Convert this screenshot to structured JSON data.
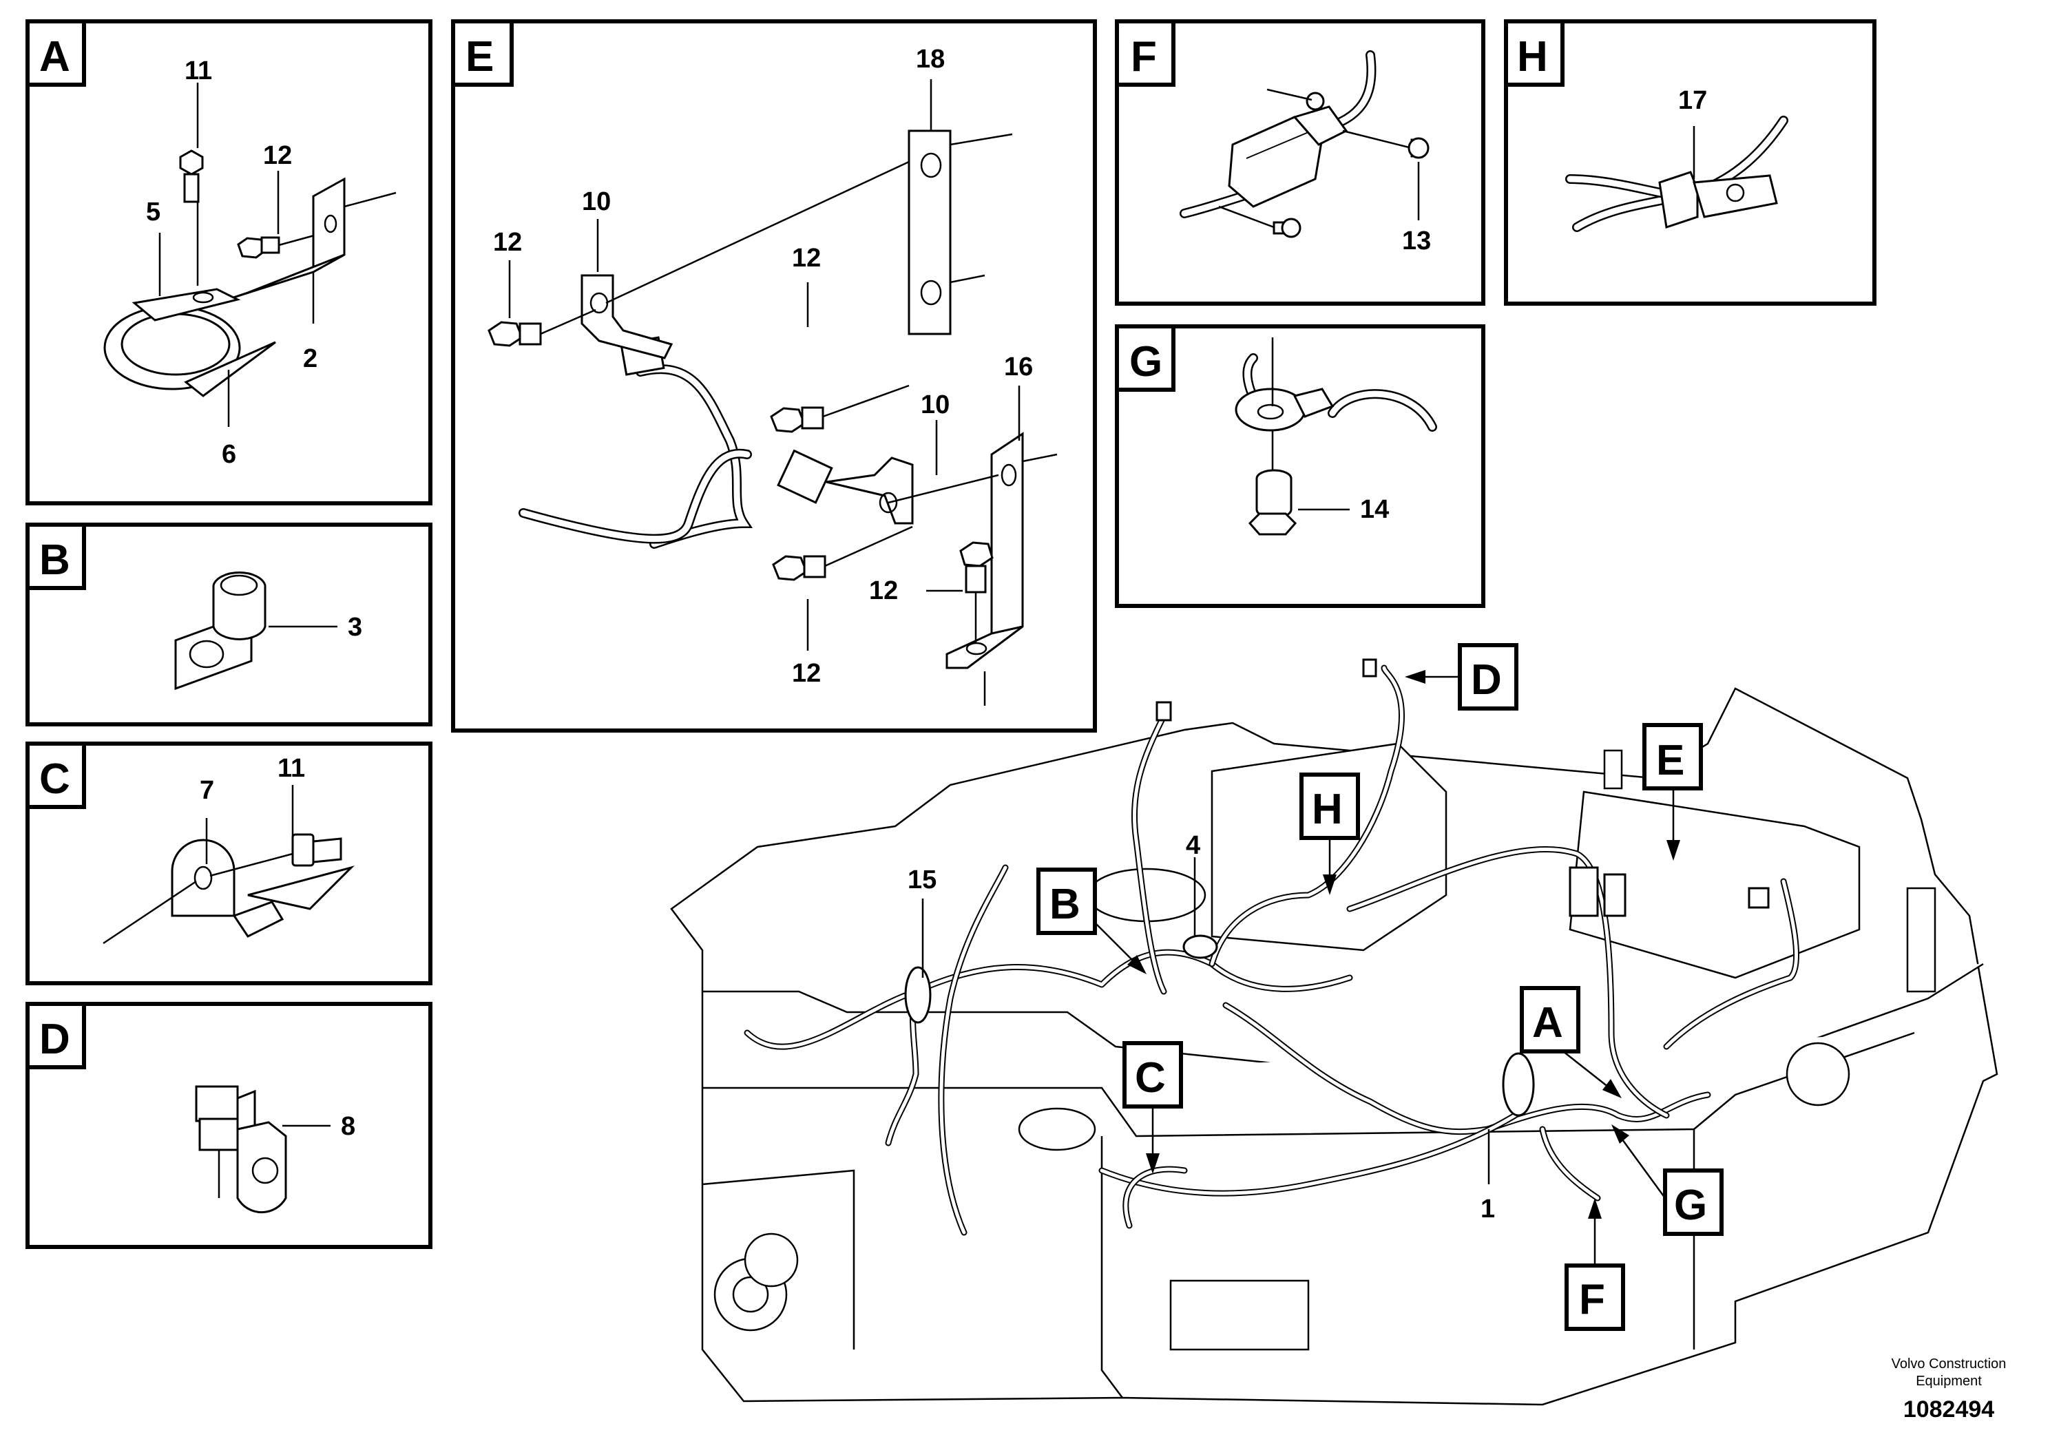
{
  "panels": [
    {
      "id": "A",
      "label": "A",
      "callouts": [
        "11",
        "12",
        "5",
        "2",
        "6"
      ]
    },
    {
      "id": "B",
      "label": "B",
      "callouts": [
        "3"
      ]
    },
    {
      "id": "C",
      "label": "C",
      "callouts": [
        "7",
        "11"
      ]
    },
    {
      "id": "D",
      "label": "D",
      "callouts": [
        "8"
      ]
    },
    {
      "id": "E",
      "label": "E",
      "callouts": [
        "18",
        "10",
        "12",
        "12",
        "16",
        "10",
        "12",
        "12"
      ]
    },
    {
      "id": "F",
      "label": "F",
      "callouts": [
        "13"
      ]
    },
    {
      "id": "G",
      "label": "G",
      "callouts": [
        "14"
      ]
    },
    {
      "id": "H",
      "label": "H",
      "callouts": [
        "17"
      ]
    }
  ],
  "main_view": {
    "detail_tags": [
      "D",
      "H",
      "E",
      "B",
      "A",
      "C",
      "G",
      "F"
    ],
    "callouts": [
      "15",
      "4",
      "1"
    ]
  },
  "credit": {
    "line1": "Volvo Construction",
    "line2": "Equipment"
  },
  "document_number": "1082494"
}
